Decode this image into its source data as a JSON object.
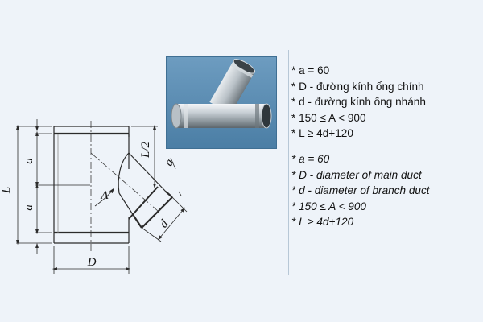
{
  "drawing": {
    "labels": {
      "L": "L",
      "a_upper": "a",
      "a_lower": "a",
      "D": "D",
      "A": "A",
      "L_half": "L/2",
      "a_branch": "a",
      "d": "d"
    }
  },
  "notes_vi": [
    "* a = 60",
    "* D - đường kính ống chính",
    "* d - đường kính ống nhánh",
    "* 150 ≤ A < 900",
    "* L ≥ 4d+120"
  ],
  "notes_en": [
    "* a = 60",
    "* D - diameter of main duct",
    "* d - diameter of branch duct",
    "* 150 ≤ A < 900",
    "* L ≥ 4d+120"
  ],
  "colors": {
    "background": "#eef3f9",
    "line": "#2b2b2b",
    "photo_bg": "#5f8fb3"
  }
}
